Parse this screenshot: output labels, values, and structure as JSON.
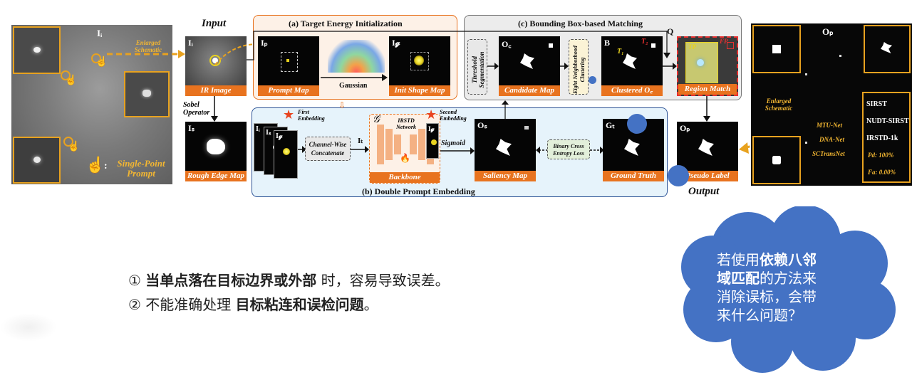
{
  "left_image": {
    "label": "Iᵢ",
    "enlarged": "Enlarged\nSchematic",
    "prompt": "Single-Point\nPrompt",
    "prompt_colon": ":"
  },
  "input": {
    "title": "Input",
    "ir_label": "Iᵢ",
    "ir_caption": "IR Image",
    "sobel": "Sobel\nOperator",
    "rough_label": "Iₛ",
    "rough_caption": "Rough Edge Map"
  },
  "panel_a": {
    "title": "(a) Target Energy Initialization",
    "prompt_label": "Iₚ",
    "prompt_caption": "Prompt Map",
    "gaussian": "Gaussian",
    "init_label": "I𝓰",
    "init_caption": "Init Shape Map"
  },
  "panel_b": {
    "title": "(b) Double Prompt Embedding",
    "first": "First\nEmbedding",
    "second": "Second\nEmbedding",
    "stack_labels": [
      "Iᵢ",
      "Iₛ",
      "I𝓰"
    ],
    "concat": "Channel-Wise\nConcatenate",
    "it_label": "Iₜ",
    "backbone_g": "𝒢",
    "network": "IRSTD\nNetwork",
    "backbone": "Backbone",
    "sigmoid": "Sigmoid",
    "saliency_label": "Oₛ",
    "saliency_caption": "Saliency Map",
    "loss": "Binary Cross\nEntropy Loss",
    "gt_label": "Gₜ",
    "gt_caption": "Ground Truth"
  },
  "panel_c": {
    "title": "(c) Bounding Box-based Matching",
    "q_label": "Q",
    "threshold": "Threshold\nSegmentation",
    "candidate_label": "O꜀",
    "candidate_caption": "Candidate Map",
    "eight": "Eight Neighborhood\nClustering",
    "clustered_label": "B",
    "clustered_caption": "Clustered O꜀",
    "t1": "T₁",
    "t2": "T₂",
    "region_caption": "Region Match",
    "tp": "TP",
    "fp": "FP"
  },
  "output": {
    "label": "Oₚ",
    "caption": "Pseudo Label",
    "title": "Output"
  },
  "right_image": {
    "label": "Oₚ",
    "enlarged": "Enlarged\nSchematic",
    "methods": [
      "MTU-Net",
      "DNA-Net",
      "SCTransNet"
    ],
    "datasets": [
      "SIRST",
      "NUDT-SIRST",
      "IRSTD-1k"
    ],
    "pd": "Pd:  100%",
    "fa": "Fa:  0.00%"
  },
  "notes": {
    "line1_num": "①",
    "line1_bold": "当单点落在目标边界或外部",
    "line1_rest": "时，容易导致误差。",
    "line2_num": "②",
    "line2_pre": "不能准确处理",
    "line2_bold": "目标粘连和误检问题",
    "line2_end": "。"
  },
  "cloud": {
    "pre": "若使用",
    "bold1": "依赖八邻",
    "bold2": "域匹配",
    "post1": "的方法来",
    "line3": "消除误标，会带",
    "line4": "来什么问题？"
  },
  "colors": {
    "orange": "#e8731f",
    "cloud": "#4472c4",
    "panel_b_bg": "#e6f3fb",
    "panel_b_border": "#2f5597"
  }
}
